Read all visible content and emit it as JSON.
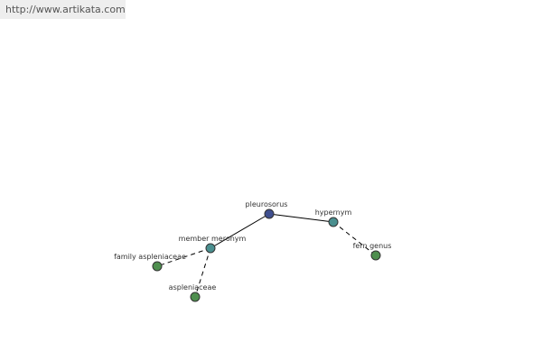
{
  "watermark": {
    "text": "http://www.artikata.com"
  },
  "graph": {
    "nodes": {
      "root": {
        "label": "pleurosorus",
        "color": "#3f4f8f"
      },
      "hypernym": {
        "label": "hypernym",
        "color": "#4a8f8f"
      },
      "fern_genus": {
        "label": "fern genus",
        "color": "#4f8f4f"
      },
      "member_meronym": {
        "label": "member meronym",
        "color": "#4a8f8f"
      },
      "family": {
        "label": "family aspleniaceae",
        "color": "#4f8f4f"
      },
      "aspleniaceae": {
        "label": "aspleniaceae",
        "color": "#4f8f4f"
      }
    },
    "edges": [
      {
        "from": "root",
        "to": "hypernym",
        "style": "solid"
      },
      {
        "from": "root",
        "to": "member_meronym",
        "style": "solid"
      },
      {
        "from": "hypernym",
        "to": "fern_genus",
        "style": "dashed"
      },
      {
        "from": "member_meronym",
        "to": "family",
        "style": "dashed"
      },
      {
        "from": "member_meronym",
        "to": "aspleniaceae",
        "style": "dashed"
      }
    ]
  }
}
